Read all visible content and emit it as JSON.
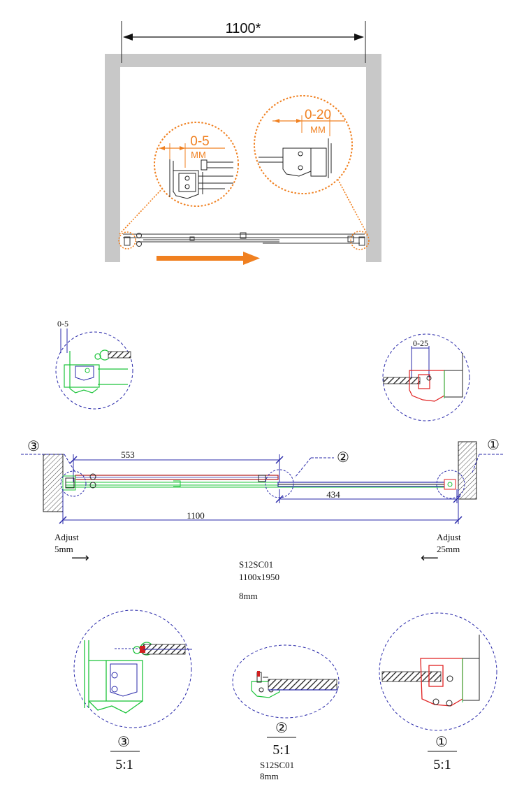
{
  "top": {
    "width_dim": "1100*",
    "left_callout": {
      "value": "0-5",
      "unit": "MM"
    },
    "right_callout": {
      "value": "0-20",
      "unit": "MM"
    },
    "colors": {
      "wall": "#c8c8c8",
      "accent": "#f08020",
      "line": "#222222"
    }
  },
  "middle": {
    "left_detail_dim": "0-5",
    "right_detail_dim": "0-25",
    "markers": {
      "one": "①",
      "two": "②",
      "three": "③"
    },
    "dims": {
      "door_width": "553",
      "fixed_width": "434",
      "total": "1100"
    },
    "adjust_left": {
      "line1": "Adjust",
      "line2": "5mm",
      "arrow": "⟶"
    },
    "adjust_right": {
      "line1": "Adjust",
      "line2": "25mm",
      "arrow": "⟵"
    },
    "model": "S12SC01",
    "size": "1100x1950",
    "thickness": "8mm"
  },
  "bottom": {
    "detail3": {
      "marker": "③",
      "scale": "5:1"
    },
    "detail2": {
      "marker": "②",
      "scale": "5:1",
      "model": "S12SC01",
      "thickness": "8mm"
    },
    "detail1": {
      "marker": "①",
      "scale": "5:1"
    }
  }
}
